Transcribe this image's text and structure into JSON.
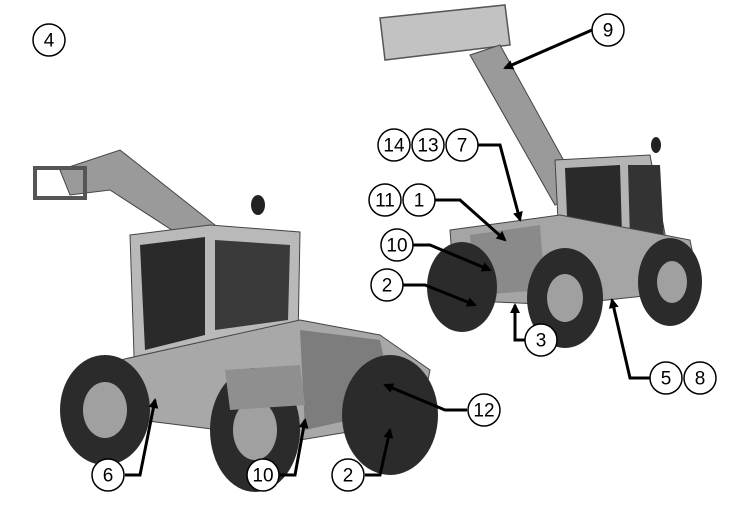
{
  "figure_number": "4",
  "callouts": {
    "c9": "9",
    "c14": "14",
    "c13": "13",
    "c7": "7",
    "c11": "11",
    "c1": "1",
    "c10_right": "10",
    "c2_right": "2",
    "c3": "3",
    "c5": "5",
    "c8": "8",
    "c12": "12",
    "c6": "6",
    "c10_left": "10",
    "c2_left": "2"
  },
  "colors": {
    "stroke": "#000000",
    "fill": "#ffffff",
    "machine_dark": "#3a3a3a",
    "machine_mid": "#8a8a8a",
    "machine_light": "#c8c8c8"
  }
}
